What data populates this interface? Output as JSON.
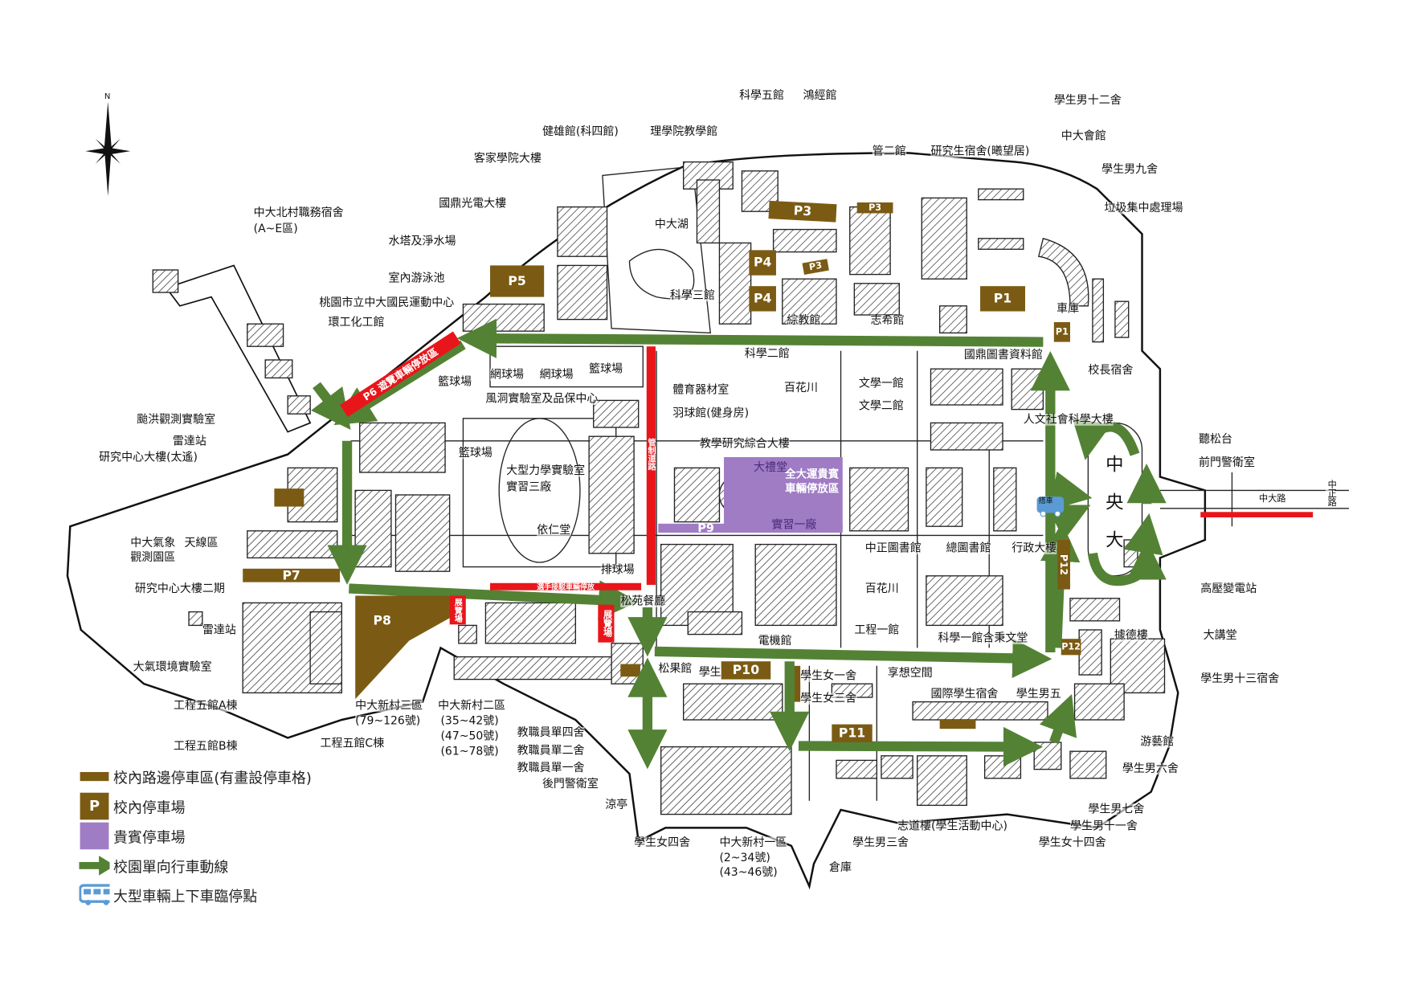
{
  "legend": {
    "roadside_parking": "校內路邊停車區(有畫設停車格)",
    "parking_lot": "校內停車場",
    "parking_lot_symbol": "P",
    "vip_parking": "貴賓停車場",
    "one_way_route": "校園單向行車動線",
    "bus_stop": "大型車輛上下車臨停點"
  },
  "colors": {
    "parking": "#7b5b14",
    "vip": "#a07cc5",
    "route": "#548235",
    "restricted": "#e8161b",
    "bus": "#5b9bd5"
  },
  "compass": "N",
  "parking": {
    "p1": "P1",
    "p1b": "P1",
    "p3": "P3",
    "p3b": "P3",
    "p3c": "P3",
    "p4a": "P4",
    "p4b": "P4",
    "p5": "P5",
    "p6": "P6 遊覽車輛停放區",
    "p7": "P7",
    "p8": "P8",
    "p9": "P9",
    "p10": "P10",
    "p11": "P11",
    "p12a": "P12",
    "p12b": "P12"
  },
  "special": {
    "vip_area": "全大運貴賓車輛停放區",
    "restricted_road": "管制道路",
    "red_strip": "選手接駁車輛停放",
    "exhibition_1": "展覽場",
    "exhibition_2": "展覽場",
    "roundabout": "中央大",
    "bus_label": "搭車"
  },
  "labels": [
    "科學五館",
    "鴻經館",
    "學生男十二舍",
    "健雄館(科四館)",
    "理學院教學館",
    "中大會館",
    "管二館",
    "研究生宿舍(曦望居)",
    "客家學院大樓",
    "學生男九舍",
    "國鼎光電大樓",
    "垃圾集中處理場",
    "中大北村職務宿舍",
    "(A~E區)",
    "中大湖",
    "水塔及淨水場",
    "室內游泳池",
    "科學三館",
    "綜教館",
    "志希館",
    "桃園市立中大國民運動中心",
    "環工化工館",
    "車庫",
    "科學二館",
    "國鼎圖書資料館",
    "校長宿舍",
    "網球場",
    "網球場",
    "籃球場",
    "籃球場",
    "風洞實驗室及品保中心",
    "體育器材室",
    "百花川",
    "文學一館",
    "文學二館",
    "羽球館(健身房)",
    "人文社會科學大樓",
    "颱洪觀測實驗室",
    "雷達站",
    "研究中心大樓(太遙)",
    "籃球場",
    "教學研究綜合大樓",
    "聽松台",
    "大禮堂",
    "前門警衛室",
    "大型力學實驗室",
    "實習三廠",
    "中大路",
    "中正路",
    "依仁堂",
    "實習一廠",
    "中大氣象",
    "觀測園區",
    "天線區",
    "中正圖書館",
    "總圖書館",
    "行政大樓",
    "研究中心大樓二期",
    "排球場",
    "百花川",
    "高壓變電站",
    "松苑餐廳",
    "雷達站",
    "工程一館",
    "科學一館含秉文堂",
    "電機館",
    "大講堂",
    "據德樓",
    "大氣環境實驗室",
    "松果館",
    "學生",
    "學生女一舍",
    "享想空間",
    "學生男十三宿舍",
    "國際學生宿舍",
    "學生男五",
    "學生女三舍",
    "工程五館A棟",
    "中大新村三區",
    "(79~126號)",
    "中大新村二區",
    "(35~42號)",
    "(47~50號)",
    "(61~78號)",
    "游藝館",
    "工程五館B棟",
    "工程五館C棟",
    "教職員單四舍",
    "教職員單二舍",
    "教職員單一舍",
    "學生男六舍",
    "後門警衛室",
    "涼亭",
    "學生男七舍",
    "志道樓(學生活動中心)",
    "學生男十一舍",
    "學生女四舍",
    "中大新村一區",
    "(2~34號)",
    "(43~46號)",
    "學生男三舍",
    "學生女十四舍",
    "倉庫"
  ]
}
